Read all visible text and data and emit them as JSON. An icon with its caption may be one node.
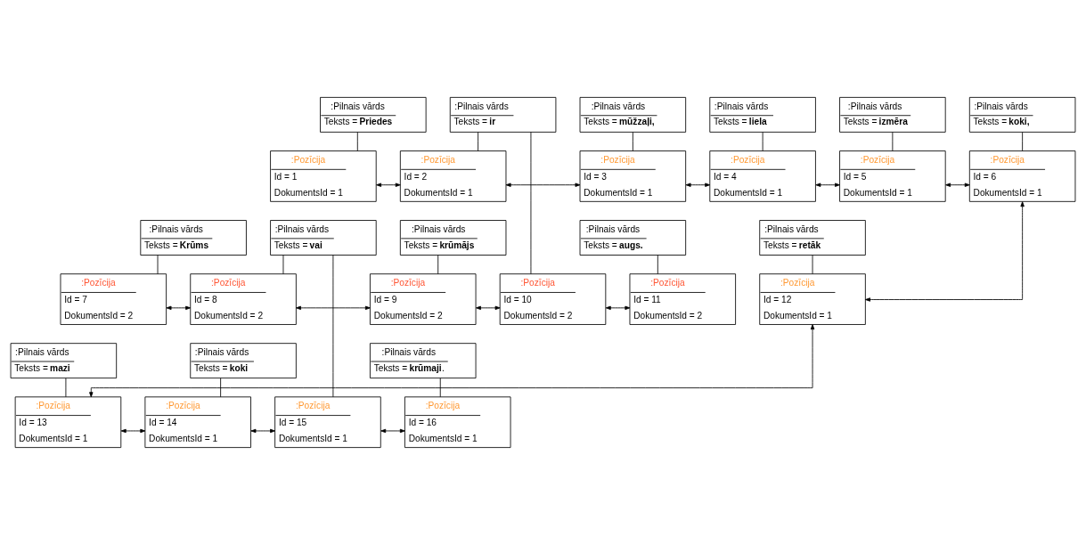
{
  "diagram": {
    "nodes": [
      {
        "text": [
          ":Pilnais vārds",
          "Teksts = **Priedes**"
        ]
      },
      {
        "text": [
          ":Pilnais vārds",
          "Teksts = **ir**"
        ]
      },
      {
        "text": [
          ":Pilnais vārds",
          "Teksts = **mūžzaļi,**"
        ]
      },
      {
        "text": [
          ":Pilnais vārds",
          "Teksts = **liela**"
        ]
      },
      {
        "text": [
          ":Pilnais vārds",
          "Teksts = **izmēra**"
        ]
      },
      {
        "text": [
          ":Pilnais vārds",
          "Teksts = **koki,**"
        ]
      },
      {
        "text": [
          ":Pozīcija",
          "Id = 1",
          "DokumentsId = 1"
        ]
      },
      {
        "text": [
          ":Pozīcija",
          "Id = 2",
          "DokumentsId = 1"
        ]
      },
      {
        "text": [
          ":Pozīcija",
          "Id = 3",
          "DokumentsId = 1"
        ]
      },
      {
        "text": [
          ":Pozīcija",
          "Id = 4",
          "DokumentsId = 1"
        ]
      },
      {
        "text": [
          ":Pozīcija",
          "Id = 5",
          "DokumentsId = 1"
        ]
      },
      {
        "text": [
          ":Pozīcija",
          "Id = 6",
          "DokumentsId = 1"
        ]
      },
      {
        "text": [
          ":Pilnais vārds",
          "Teksts = **Krūms**"
        ]
      },
      {
        "text": [
          ":Pilnais vārds",
          "Teksts = **vai**"
        ]
      },
      {
        "text": [
          ":Pilnais vārds",
          "Teksts = **krūmājs**"
        ]
      },
      {
        "text": [
          ":Pilnais vārds",
          "Teksts = **augs.**"
        ]
      },
      {
        "text": [
          ":Pilnais vārds",
          "Teksts = **retāk**"
        ]
      },
      {
        "text": [
          ":Pozīcija",
          "Id = 7",
          "DokumentsId = 2"
        ]
      },
      {
        "text": [
          ":Pozīcija",
          "Id = 8",
          "DokumentsId = 2"
        ]
      },
      {
        "text": [
          ":Pozīcija",
          "Id = 9",
          "DokumentsId = 2"
        ]
      },
      {
        "text": [
          ":Pozīcija",
          "Id = 10",
          "DokumentsId = 2"
        ]
      },
      {
        "text": [
          ":Pozīcija",
          "Id = 11",
          "DokumentsId = 2"
        ]
      },
      {
        "text": [
          ":Pozīcija",
          "Id = 12",
          "DokumentsId = 1"
        ]
      },
      {
        "text": [
          ":Pilnais vārds",
          "Teksts = **mazi**"
        ]
      },
      {
        "text": [
          ":Pilnais vārds",
          "Teksts = **koki**"
        ]
      },
      {
        "text": [
          ":Pilnais vārds",
          "Teksts = **krūmaji**."
        ]
      },
      {
        "text": [
          ":Pozīcija",
          "Id = 13",
          "DokumentsId = 1"
        ]
      },
      {
        "text": [
          ":Pozīcija",
          "Id = 14",
          "DokumentsId = 1"
        ]
      },
      {
        "text": [
          ":Pozīcija",
          "Id = 15",
          "DokumentsId = 1"
        ]
      },
      {
        "text": [
          ":Pozīcija",
          "Id = 16",
          "DokumentsId = 1"
        ]
      }
    ],
    "edges": [
      {
        "from": 0,
        "to": 6,
        "arrow": "none"
      },
      {
        "from": 1,
        "to": 7,
        "arrow": "none"
      },
      {
        "from": 2,
        "to": 8,
        "arrow": "none"
      },
      {
        "from": 3,
        "to": 9,
        "arrow": "none"
      },
      {
        "from": 4,
        "to": 10,
        "arrow": "none"
      },
      {
        "from": 5,
        "to": 11,
        "arrow": "none"
      },
      {
        "from": 6,
        "to": 7,
        "arrow": "both"
      },
      {
        "from": 7,
        "to": 8,
        "arrow": "both"
      },
      {
        "from": 8,
        "to": 9,
        "arrow": "both"
      },
      {
        "from": 9,
        "to": 10,
        "arrow": "both"
      },
      {
        "from": 10,
        "to": 11,
        "arrow": "both"
      },
      {
        "from": 11,
        "to": 22,
        "arrow": "both"
      },
      {
        "from": 12,
        "to": 17,
        "arrow": "none"
      },
      {
        "from": 13,
        "to": 18,
        "arrow": "none"
      },
      {
        "from": 14,
        "to": 19,
        "arrow": "none"
      },
      {
        "from": 1,
        "to": 20,
        "arrow": "none"
      },
      {
        "from": 15,
        "to": 21,
        "arrow": "none"
      },
      {
        "from": 16,
        "to": 22,
        "arrow": "none"
      },
      {
        "from": 17,
        "to": 18,
        "arrow": "both"
      },
      {
        "from": 18,
        "to": 19,
        "arrow": "both"
      },
      {
        "from": 19,
        "to": 20,
        "arrow": "both"
      },
      {
        "from": 20,
        "to": 21,
        "arrow": "both"
      },
      {
        "from": 22,
        "to": 26,
        "arrow": "both"
      },
      {
        "from": 23,
        "to": 26,
        "arrow": "none"
      },
      {
        "from": 24,
        "to": 27,
        "arrow": "none"
      },
      {
        "from": 13,
        "to": 28,
        "arrow": "none"
      },
      {
        "from": 25,
        "to": 29,
        "arrow": "none"
      },
      {
        "from": 26,
        "to": 27,
        "arrow": "both"
      },
      {
        "from": 27,
        "to": 28,
        "arrow": "both"
      },
      {
        "from": 28,
        "to": 29,
        "arrow": "both"
      }
    ]
  }
}
